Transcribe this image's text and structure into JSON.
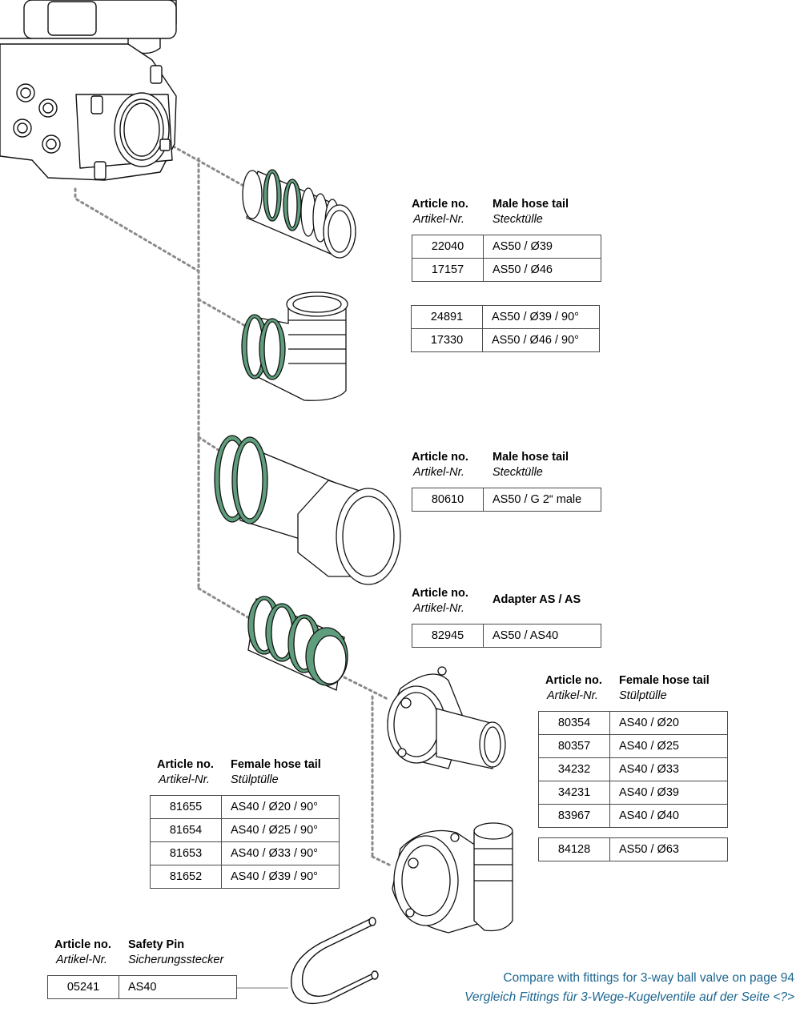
{
  "groups": {
    "g1": {
      "header": {
        "article_label": "Article no.",
        "article_label_de": "Artikel-Nr.",
        "desc_label": "Male hose tail",
        "desc_label_de": "Stecktülle"
      },
      "rows": [
        {
          "article": "22040",
          "desc": "AS50 / Ø39"
        },
        {
          "article": "17157",
          "desc": "AS50 / Ø46"
        }
      ]
    },
    "g2": {
      "rows": [
        {
          "article": "24891",
          "desc": "AS50 / Ø39 / 90°"
        },
        {
          "article": "17330",
          "desc": "AS50 / Ø46 / 90°"
        }
      ]
    },
    "g3": {
      "header": {
        "article_label": "Article no.",
        "article_label_de": "Artikel-Nr.",
        "desc_label": "Male hose tail",
        "desc_label_de": "Stecktülle"
      },
      "rows": [
        {
          "article": "80610",
          "desc": "AS50 / G 2“ male"
        }
      ]
    },
    "g4": {
      "header": {
        "article_label": "Article no.",
        "article_label_de": "Artikel-Nr.",
        "desc_label": "Adapter AS / AS"
      },
      "rows": [
        {
          "article": "82945",
          "desc": "AS50 / AS40"
        }
      ]
    },
    "g5": {
      "header": {
        "article_label": "Article no.",
        "article_label_de": "Artikel-Nr.",
        "desc_label": "Female hose tail",
        "desc_label_de": "Stülptülle"
      },
      "rows": [
        {
          "article": "80354",
          "desc": "AS40 / Ø20"
        },
        {
          "article": "80357",
          "desc": "AS40 / Ø25"
        },
        {
          "article": "34232",
          "desc": "AS40 / Ø33"
        },
        {
          "article": "34231",
          "desc": "AS40 / Ø39"
        },
        {
          "article": "83967",
          "desc": "AS40 / Ø40"
        }
      ],
      "extra_row": {
        "article": "84128",
        "desc": "AS50 / Ø63"
      }
    },
    "g6": {
      "header": {
        "article_label": "Article no.",
        "article_label_de": "Artikel-Nr.",
        "desc_label": "Female hose tail",
        "desc_label_de": "Stülptülle"
      },
      "rows": [
        {
          "article": "81655",
          "desc": "AS40 / Ø20 / 90°"
        },
        {
          "article": "81654",
          "desc": "AS40 / Ø25 / 90°"
        },
        {
          "article": "81653",
          "desc": "AS40 / Ø33 / 90°"
        },
        {
          "article": "81652",
          "desc": "AS40 / Ø39 / 90°"
        }
      ]
    },
    "g7": {
      "header": {
        "article_label": "Article no.",
        "article_label_de": "Artikel-Nr.",
        "desc_label": "Safety Pin",
        "desc_label_de": "Sicherungsstecker"
      },
      "rows": [
        {
          "article": "05241",
          "desc": "AS40"
        }
      ]
    }
  },
  "footer": {
    "line1": "Compare with fittings for 3-way ball valve on page 94",
    "line2": "Vergleich Fittings für 3-Wege-Kugelventile auf der Seite <?>"
  },
  "colors": {
    "seal_green": "#5f9e7c",
    "link_blue": "#1d6690",
    "line_gray": "#8a8a8a"
  }
}
